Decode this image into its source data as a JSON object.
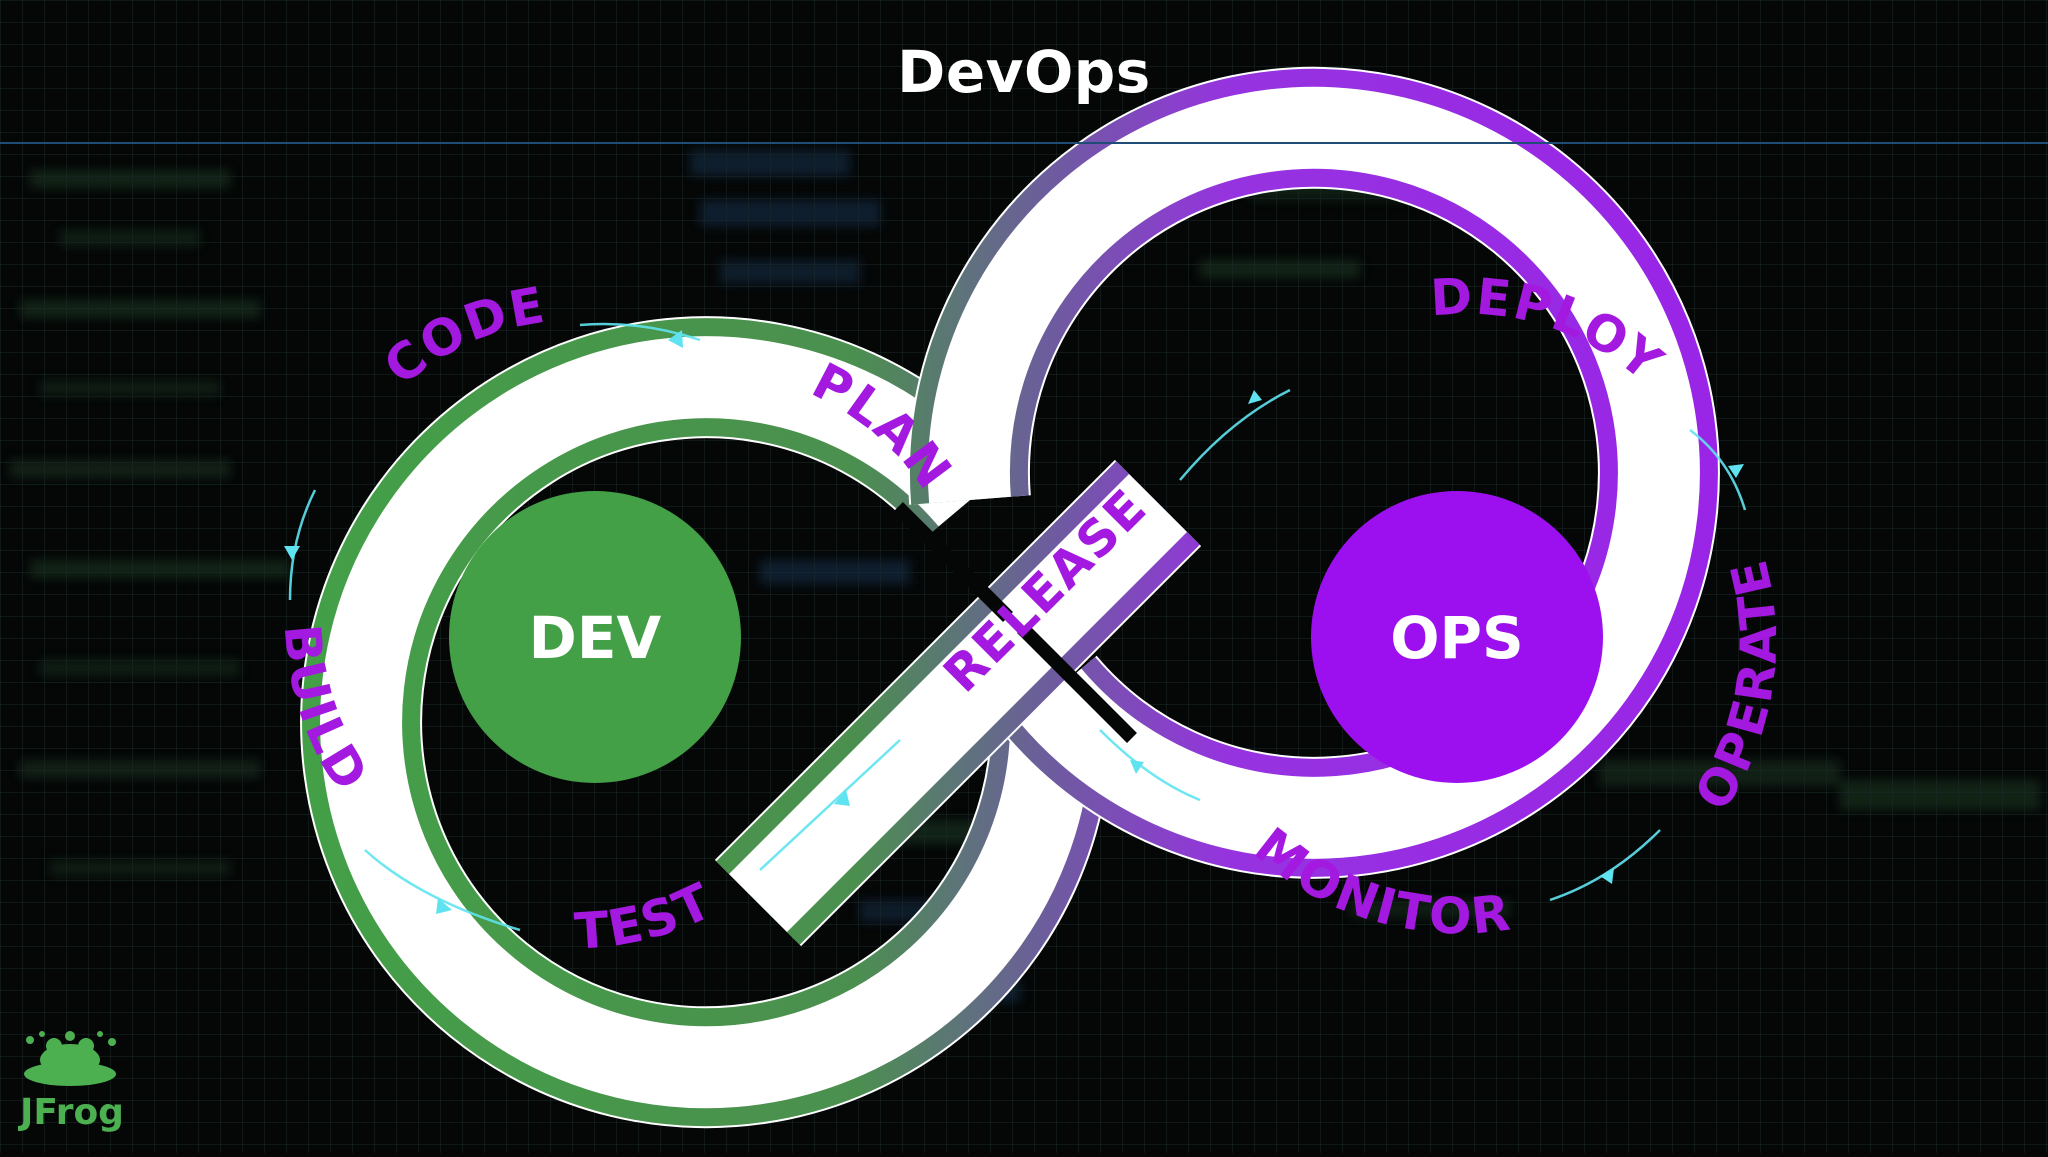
{
  "title": "DevOps",
  "colors": {
    "background": "#050707",
    "dev_green": "#43a047",
    "ops_purple": "#9c27e8",
    "label_purple": "#a319e0",
    "arrow_cyan": "#5fe3f0",
    "rule_blue": "#1f4d78"
  },
  "hubs": {
    "dev": "DEV",
    "ops": "OPS"
  },
  "stages": {
    "plan": "PLAN",
    "code": "CODE",
    "build": "BUILD",
    "test": "TEST",
    "release": "RELEASE",
    "deploy": "DEPLOY",
    "operate": "OPERATE",
    "monitor": "MONITOR"
  },
  "logo": {
    "text": "JFrog",
    "icon": "frog-splash-icon"
  }
}
